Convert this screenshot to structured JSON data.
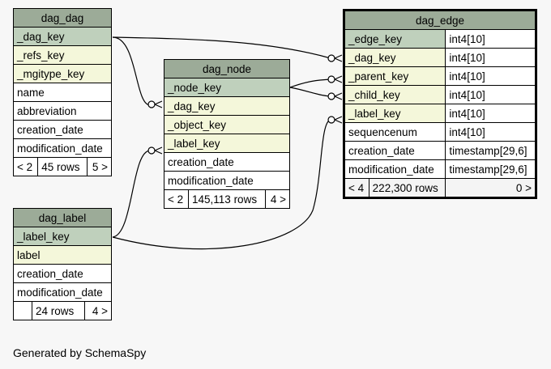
{
  "tables": {
    "dag_dag": {
      "name": "dag_dag",
      "columns": [
        "_dag_key",
        "_refs_key",
        "_mgitype_key",
        "name",
        "abbreviation",
        "creation_date",
        "modification_date"
      ],
      "footer": {
        "prev": "< 2",
        "rows": "45 rows",
        "next": "5 >"
      }
    },
    "dag_node": {
      "name": "dag_node",
      "columns": [
        "_node_key",
        "_dag_key",
        "_object_key",
        "_label_key",
        "creation_date",
        "modification_date"
      ],
      "footer": {
        "prev": "< 2",
        "rows": "145,113 rows",
        "next": "4 >"
      }
    },
    "dag_edge": {
      "name": "dag_edge",
      "columns": [
        {
          "name": "_edge_key",
          "type": "int4[10]"
        },
        {
          "name": "_dag_key",
          "type": "int4[10]"
        },
        {
          "name": "_parent_key",
          "type": "int4[10]"
        },
        {
          "name": "_child_key",
          "type": "int4[10]"
        },
        {
          "name": "_label_key",
          "type": "int4[10]"
        },
        {
          "name": "sequencenum",
          "type": "int4[10]"
        },
        {
          "name": "creation_date",
          "type": "timestamp[29,6]"
        },
        {
          "name": "modification_date",
          "type": "timestamp[29,6]"
        }
      ],
      "footer": {
        "prev": "< 4",
        "rows": "222,300 rows",
        "next": "0 >"
      }
    },
    "dag_label": {
      "name": "dag_label",
      "columns": [
        "_label_key",
        "label",
        "creation_date",
        "modification_date"
      ],
      "footer": {
        "prev": "",
        "rows": "24 rows",
        "next": "4 >"
      }
    }
  },
  "generated_by": "Generated by SchemaSpy"
}
